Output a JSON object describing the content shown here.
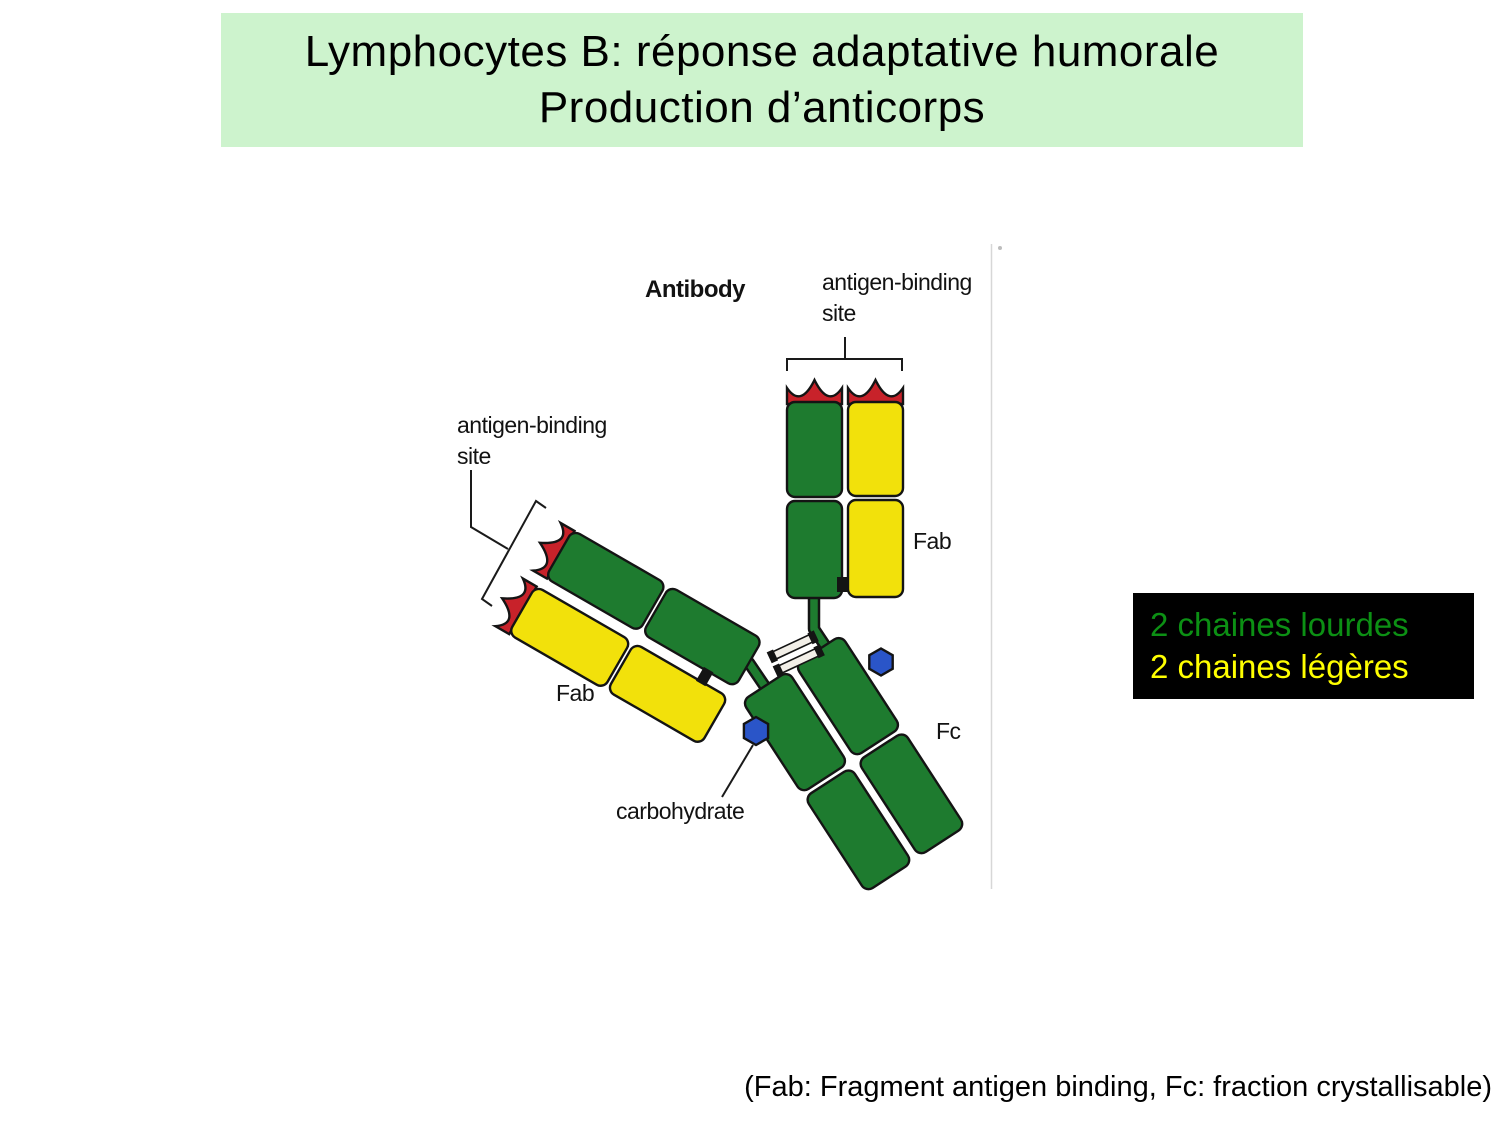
{
  "slide": {
    "title": {
      "line1": "Lymphocytes B: réponse adaptative humorale",
      "line2": "Production d’anticorps"
    },
    "caption": "(Fab: Fragment antigen binding, Fc: fraction crystallisable)"
  },
  "diagram": {
    "antibody_label": "Antibody",
    "antigen_binding_site": {
      "line1": "antigen-binding",
      "line2": "site"
    },
    "fab_label": "Fab",
    "fc_label": "Fc",
    "carbohydrate_label": "carbohydrate"
  },
  "info_box": {
    "heavy_chains": "2 chaines lourdes",
    "light_chains": "2 chaines légères"
  },
  "colors": {
    "title_bg": "#cdf3cd",
    "heavy_chain_green": "#1e7b2f",
    "light_chain_yellow": "#f2e10b",
    "binding_site_red": "#c8222a",
    "carbohydrate_blue": "#2a55c8",
    "info_box_bg": "#000000",
    "info_heavy_text": "#0c9014",
    "info_light_text": "#ffff00"
  }
}
